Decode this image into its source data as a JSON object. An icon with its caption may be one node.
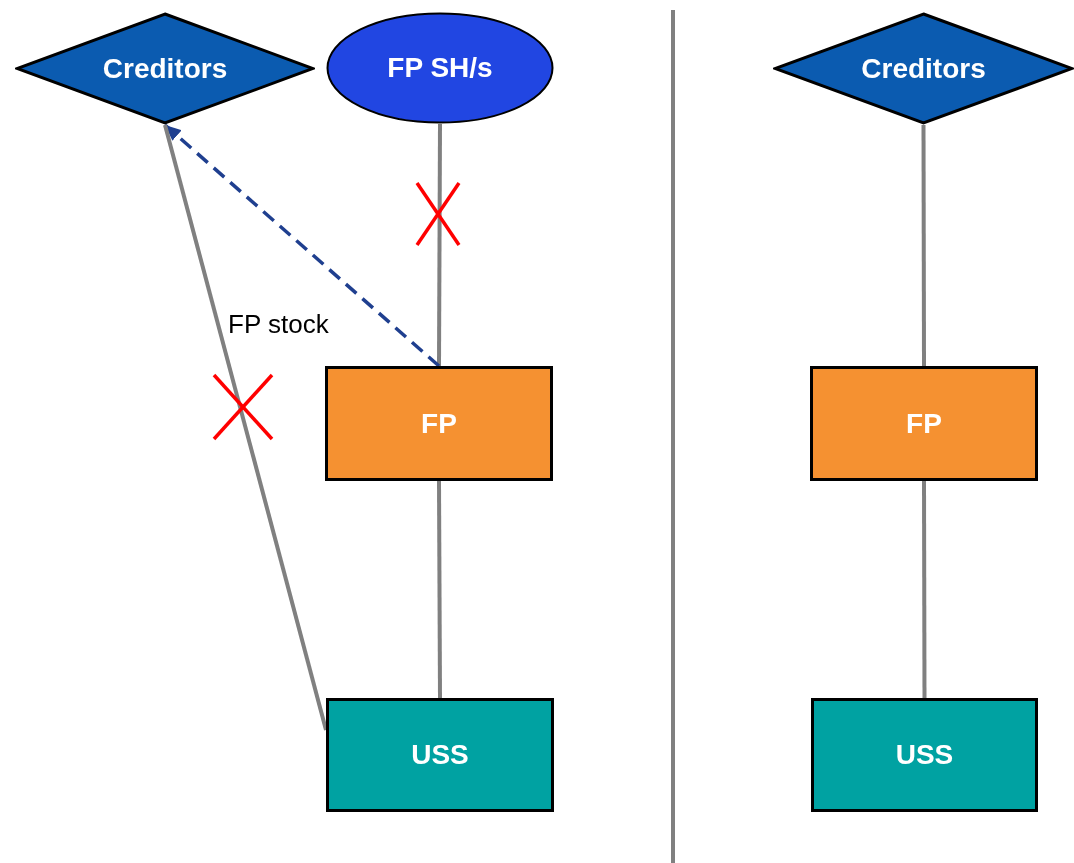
{
  "diagram": {
    "nodes": [
      {
        "text": [
          "Creditors"
        ]
      },
      {
        "text": [
          "FP SH/s"
        ]
      },
      {
        "text": [
          "FP"
        ]
      },
      {
        "text": [
          "USS"
        ]
      },
      {
        "text": [
          "Creditors"
        ]
      },
      {
        "text": [
          "FP"
        ]
      },
      {
        "text": [
          "USS"
        ]
      }
    ],
    "edges": [
      {
        "from": 1,
        "to": 2,
        "arrow": "none"
      },
      {
        "from": 2,
        "to": 0,
        "arrow": "to",
        "label": "FP stock",
        "style": "dashed",
        "color": "#1f3f8f"
      },
      {
        "from": 0,
        "to": 3,
        "arrow": "none"
      },
      {
        "from": 2,
        "to": 3,
        "arrow": "none"
      },
      {
        "from": 4,
        "to": 5,
        "arrow": "none"
      },
      {
        "from": 5,
        "to": 6,
        "arrow": "none"
      }
    ]
  }
}
